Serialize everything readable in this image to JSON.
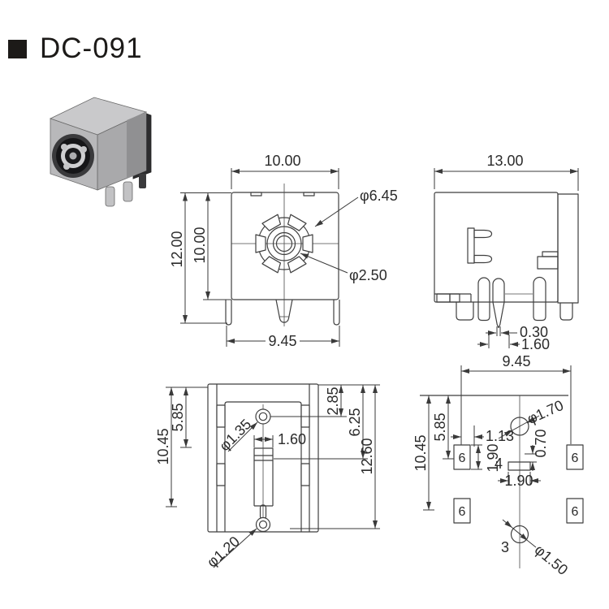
{
  "title": "DC-091",
  "views": {
    "front": {
      "width_top": "10.00",
      "height_outer": "12.00",
      "height_inner": "10.00",
      "width_bottom": "9.45",
      "dia_ring": "φ6.45",
      "dia_center_pin": "φ2.50"
    },
    "side": {
      "width": "13.00",
      "center_pin_tip": "0.30",
      "center_pin_width": "1.60"
    },
    "top": {
      "height_outer": "10.45",
      "height_inner": "5.85",
      "dia_hole_upper": "φ1.35",
      "slot_width": "1.60",
      "offset_upper": "2.85",
      "offset_mid": "6.25",
      "height_total": "12.60",
      "dia_hole_lower": "φ1.20"
    },
    "footprint": {
      "width": "9.45",
      "height_outer": "10.45",
      "height_inner": "5.85",
      "pad_offset_x": "1.13",
      "pad_height": "1.90",
      "center_pad_number": "4",
      "center_pad_width": "1.90",
      "center_pad_gap": "0.70",
      "dia_center_pin_hole": "φ1.70",
      "dia_pin3_hole": "φ1.50",
      "pin3_number": "3",
      "shield_pad_number": "6"
    }
  }
}
